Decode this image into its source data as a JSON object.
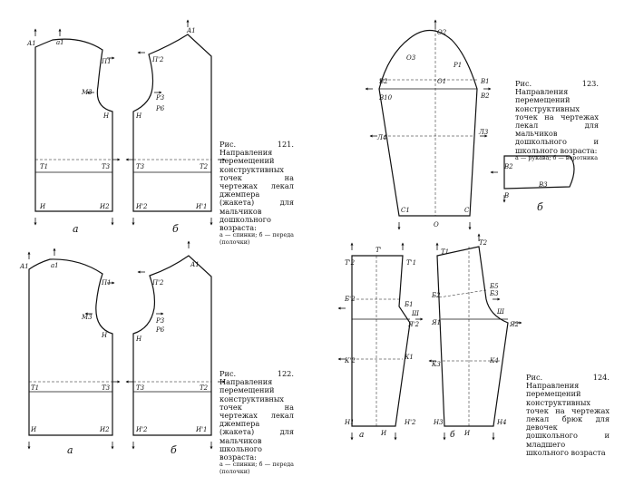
{
  "fig121": {
    "caption_main": "Рис. 121. Направления перемещений конструктивных точек на чертежах лекал джемпера (жакета) для мальчиков дошкольного возраста:",
    "caption_note": "а — спинки; б — переда (полочки)",
    "panel_a": "а",
    "panel_b": "б",
    "labels_back": [
      "А1",
      "а1",
      "П1",
      "М3",
      "Н",
      "Т1",
      "Т3",
      "И",
      "И2"
    ],
    "labels_front": [
      "А1",
      "П'2",
      "Р3",
      "Р6",
      "Н",
      "Т3",
      "Т2",
      "И'2",
      "И'1"
    ]
  },
  "fig122": {
    "caption_main": "Рис. 122. Направления перемещений конструктивных точек на чертежах лекал джемпера (жакета) для мальчиков школьного возраста:",
    "caption_note": "а — спинки; б — переда (полочки)",
    "panel_a": "а",
    "panel_b": "б",
    "labels_back": [
      "А1",
      "а1",
      "П1",
      "М3",
      "Н",
      "Т1",
      "Т3",
      "И",
      "И2"
    ],
    "labels_front": [
      "А1",
      "П'2",
      "Р3",
      "Р6",
      "Н",
      "Т3",
      "Т2",
      "И'2",
      "И'1"
    ]
  },
  "fig123": {
    "caption_main": "Рис. 123. Направления перемещений конструктивных точек на чертежах лекал для мальчиков дошкольного и школьного возраста:",
    "caption_note": "а — рукава; б — воротника",
    "panel_b": "б",
    "labels_sleeve": [
      "О2",
      "О3",
      "Р1",
      "О1",
      "В2",
      "В1",
      "В10",
      "В2",
      "Л4",
      "Л3",
      "С1",
      "О",
      "С"
    ],
    "labels_collar": [
      "В2",
      "В3",
      "В"
    ]
  },
  "fig124": {
    "caption_main": "Рис. 124. Направления перемещений конструктивных точек на чертежах лекал брюк для девочек дошкольного и младшего школьного возраста",
    "panel_a": "а",
    "panel_b": "б",
    "labels_front": [
      "Т'",
      "Т'2",
      "Т'1",
      "Б1",
      "Б'2",
      "Ш",
      "Я'2",
      "К1",
      "К'2",
      "Н'2",
      "И",
      "Н1"
    ],
    "labels_back": [
      "Т1",
      "Т2",
      "Б3",
      "Б5",
      "Б2",
      "Ш",
      "Я2",
      "Я1",
      "К4",
      "К3",
      "Н4",
      "Н3",
      "И"
    ]
  }
}
